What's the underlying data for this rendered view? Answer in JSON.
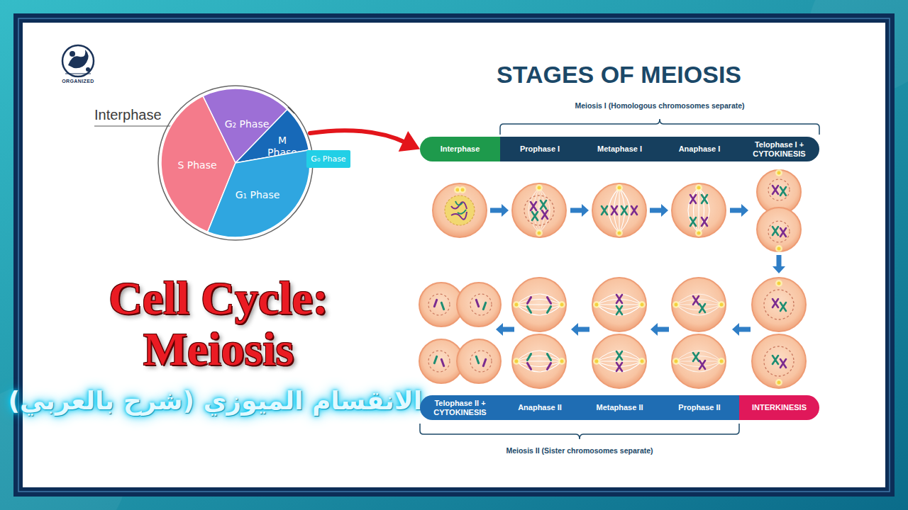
{
  "diagram": {
    "title": "Cell Cycle: Meiosis",
    "nodes": [
      {
        "text": [
          "G₂ Phase"
        ]
      },
      {
        "text": [
          "M Phase"
        ]
      },
      {
        "text": [
          "S Phase"
        ]
      },
      {
        "text": [
          "G₁ Phase"
        ]
      },
      {
        "text": [
          "G₀ Phase"
        ]
      },
      {
        "text": [
          "Interphase"
        ]
      },
      {
        "text": [
          "Prophase I"
        ]
      },
      {
        "text": [
          "Metaphase I"
        ]
      },
      {
        "text": [
          "Anaphase I"
        ]
      },
      {
        "text": [
          "Telophase I + CYTOKINESIS"
        ]
      },
      {
        "text": [
          "Telophase II + CYTOKINESIS"
        ]
      },
      {
        "text": [
          "Anaphase II"
        ]
      },
      {
        "text": [
          "Metaphase II"
        ]
      },
      {
        "text": [
          "Prophase II"
        ]
      },
      {
        "text": [
          "INTERKINESIS"
        ]
      }
    ],
    "edges": [
      {
        "from": 1,
        "to": 5,
        "arrow": "to"
      }
    ],
    "labels": [
      "ORGANIZED",
      "Interphase",
      "STAGES OF MEIOSIS",
      "Meiosis I (Homologous chromosomes separate)",
      "Meiosis II (Sister chromosomes separate)",
      "الانقسام الميوزي (شرح بالعربي)"
    ]
  }
}
